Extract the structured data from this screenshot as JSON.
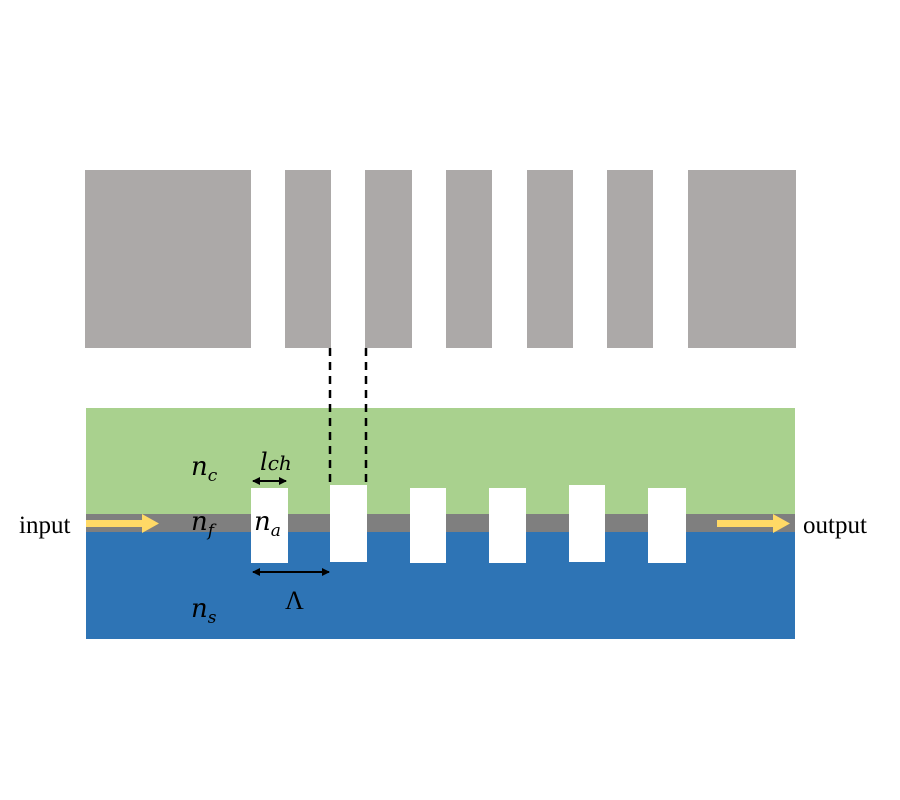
{
  "diagram": {
    "title": "Grating waveguide structure",
    "colors": {
      "background": "#ffffff",
      "mask": "#aca9a8",
      "cladding": "#a9d18e",
      "film": "#7f7f7f",
      "substrate": "#2e74b5",
      "groove": "#ffffff",
      "arrow": "#ffd966",
      "annotation": "#000000"
    },
    "mask_blocks": [
      {
        "name": "mask-block-left-pad"
      },
      {
        "name": "mask-block-bar-1"
      },
      {
        "name": "mask-block-bar-2"
      },
      {
        "name": "mask-block-bar-3"
      },
      {
        "name": "mask-block-bar-4"
      },
      {
        "name": "mask-block-bar-5"
      },
      {
        "name": "mask-block-right-pad"
      }
    ],
    "grooves": [
      {
        "name": "groove-1"
      },
      {
        "name": "groove-2"
      },
      {
        "name": "groove-3"
      },
      {
        "name": "groove-4"
      },
      {
        "name": "groove-5"
      },
      {
        "name": "groove-6"
      }
    ],
    "labels": {
      "input": "input",
      "output": "output",
      "n_c_base": "n",
      "n_c_sub": "c",
      "n_f_base": "n",
      "n_f_sub": "f",
      "n_s_base": "n",
      "n_s_sub": "s",
      "n_a_base": "n",
      "n_a_sub": "a",
      "l_ch_base": "l",
      "l_ch_sub": "ch",
      "period": "Λ"
    }
  }
}
